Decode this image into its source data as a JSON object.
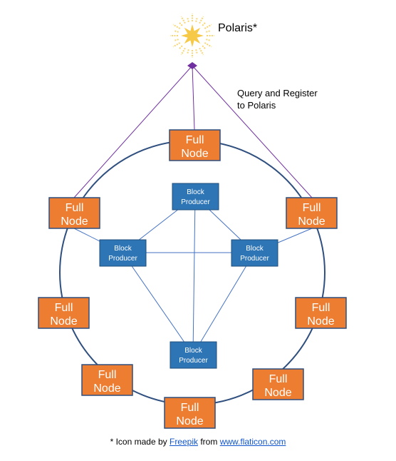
{
  "polaris": {
    "label": "Polaris*",
    "icon": "sun-icon",
    "star_color": "#f7c948",
    "ray_color": "#f9d56e"
  },
  "annotation": {
    "line1": "Query and Register",
    "line2": "to Polaris"
  },
  "full_node_label": [
    "Full",
    "Node"
  ],
  "block_producer_label": [
    "Block",
    "Producer"
  ],
  "colors": {
    "full_node_fill": "#ed7d31",
    "full_node_stroke": "#2f4f7f",
    "block_producer_fill": "#2e75b6",
    "block_producer_stroke": "#ffffff",
    "ring": "#2f4f7f",
    "inner_lines": "#4472c4",
    "polaris_lines": "#7030a0"
  },
  "footer": {
    "prefix": "* Icon made by",
    "author": "Freepik",
    "middle": "from",
    "site": "www.flaticon.com"
  }
}
